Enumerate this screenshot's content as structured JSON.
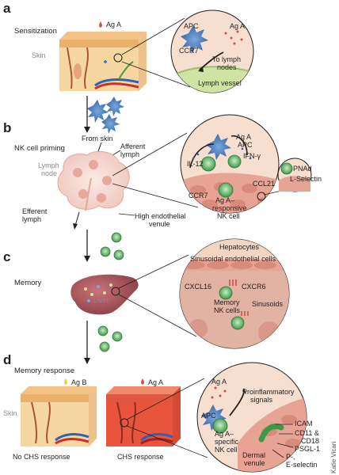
{
  "panels": {
    "a": {
      "letter": "a",
      "title": "Sensitization",
      "antigen": "Ag A",
      "tissue": "Skin",
      "zoom": {
        "apc": "APC",
        "ccr7": "CCR7",
        "antigen": "Ag A",
        "arrow": "To lymph nodes",
        "vessel": "Lymph vessel"
      }
    },
    "b": {
      "letter": "b",
      "title": "NK cell priming",
      "from_skin": "From skin",
      "afferent": "Afferent lymph",
      "node": "Lymph node",
      "efferent": "Efferent lymph",
      "hev": "High endothelial venule",
      "zoom": {
        "antigen_apc": "Ag A APC",
        "il12": "IL-12",
        "ifn": "IFN-γ",
        "ccl21": "CCL21",
        "ccr7": "CCR7",
        "pnad": "PNAd",
        "lselectin": "L-Selectin",
        "nk": "Ag A– responsive NK cell"
      }
    },
    "c": {
      "letter": "c",
      "title": "Memory",
      "organ": "Liver",
      "zoom": {
        "hepatocytes": "Hepatocytes",
        "endothelial": "Sinusoidal endothelial cells",
        "cxcl16": "CXCL16",
        "cxcr6": "CXCR6",
        "memory": "Memory NK cells",
        "sinusoids": "Sinusoids"
      }
    },
    "d": {
      "letter": "d",
      "title": "Memory response",
      "antigen_b": "Ag B",
      "antigen_a": "Ag A",
      "tissue": "Skin",
      "no_chs": "No CHS response",
      "chs": "CHS response",
      "zoom": {
        "antigen": "Ag A",
        "proinflam": "Proinflammatory signals",
        "apc": "APC",
        "nk": "Ag A– specific NK cell",
        "icam": "ICAM",
        "cd11": "CD11 & CD18",
        "psgl": "PSGL-1",
        "selectin": "P-, E-selectin",
        "venule": "Dermal venule"
      }
    }
  },
  "credit": "Katie Vicari",
  "colors": {
    "skin": "#f6d7a0",
    "epidermis": "#e9b26a",
    "inflamed": "#e8553c",
    "vessel_green": "#cfe3a5",
    "zoom_bg": "#f6dfcf",
    "liver": "#a8565c",
    "apc": "#4a7dbf",
    "nk": "#3b9a46",
    "antigen": "#d84a3a",
    "endothelial": "#e7a393"
  }
}
